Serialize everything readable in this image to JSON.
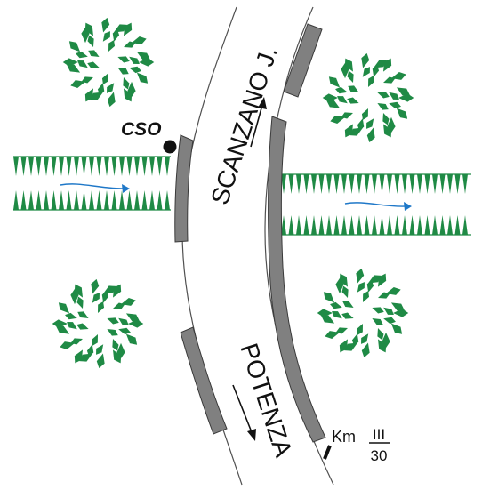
{
  "labels": {
    "cso": "CSO",
    "direction_north": "SCANZANO J.",
    "direction_south": "POTENZA",
    "km_prefix": "Km",
    "km_numerator": "III",
    "km_denominator": "30"
  },
  "colors": {
    "vegetation": "#1f8a45",
    "water_arrow": "#1f78c8",
    "rail_line": "#505050",
    "barrier": "#808080",
    "barrier_outline": "#3a3a3a",
    "text": "#111111"
  },
  "icons": {
    "tree": "tree-cluster-icon",
    "water_flow": "water-flow-arrow-icon",
    "direction": "direction-arrow-icon",
    "location": "location-dot-icon"
  }
}
